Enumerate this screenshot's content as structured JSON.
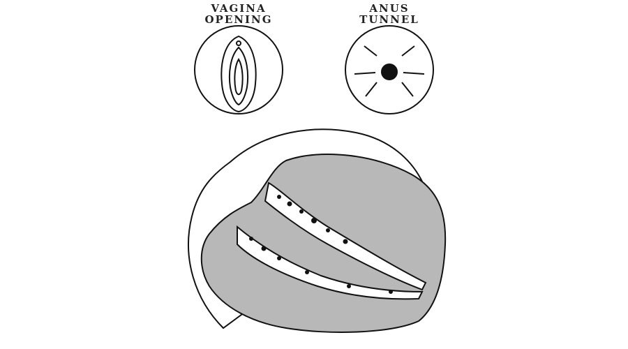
{
  "labels": {
    "vagina": [
      "VAGINA",
      "OPENING"
    ],
    "anus": [
      "ANUS",
      "TUNNEL"
    ]
  },
  "colors": {
    "fill": "#b8b8b8",
    "stroke": "#111111"
  }
}
